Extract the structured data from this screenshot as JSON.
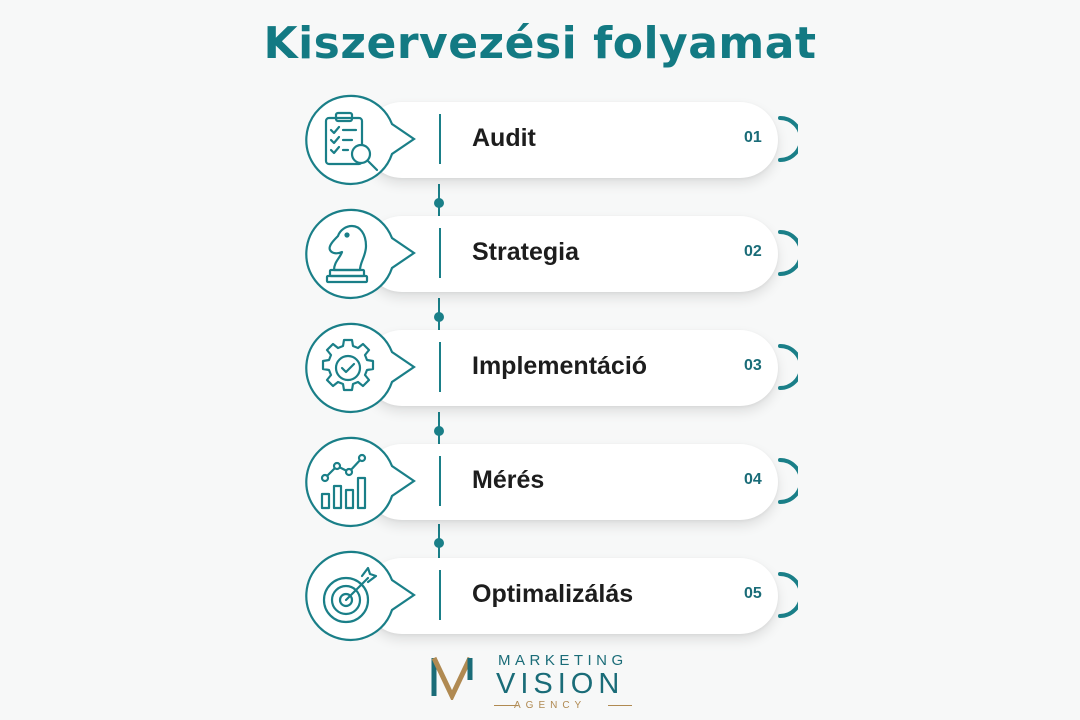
{
  "title": "Kiszervezési folyamat",
  "colors": {
    "accent": "#1a7f88",
    "title": "#137a83",
    "text": "#1d1d1d",
    "gold": "#b08a52"
  },
  "steps": [
    {
      "label": "Audit",
      "number": "01",
      "icon": "clipboard-magnifier-icon"
    },
    {
      "label": "Strategia",
      "number": "02",
      "icon": "chess-knight-icon"
    },
    {
      "label": "Implementáció",
      "number": "03",
      "icon": "gear-check-icon"
    },
    {
      "label": "Mérés",
      "number": "04",
      "icon": "bar-chart-trend-icon"
    },
    {
      "label": "Optimalizálás",
      "number": "05",
      "icon": "target-arrow-icon"
    }
  ],
  "logo": {
    "line1": "MARKETING",
    "line2": "VISION",
    "line3": "AGENCY"
  }
}
